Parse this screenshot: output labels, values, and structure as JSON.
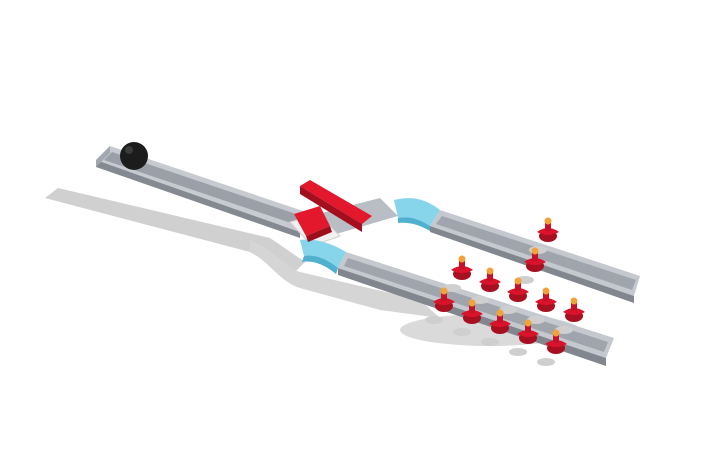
{
  "scene": {
    "description_visible": false,
    "background_color": "#ffffff",
    "colors": {
      "track_light": "#c9cdd3",
      "track_mid": "#a9aeb6",
      "track_dark": "#7e838b",
      "shadow": "#cfcfcf",
      "curve_cyan": "#7fd3ea",
      "curve_cyan_dark": "#4fb5d3",
      "gate_red": "#e0162b",
      "gate_red_dark": "#9e0f1e",
      "pin_red": "#d8132a",
      "pin_orange": "#f2a23a",
      "ball_black": "#1b1b1b",
      "switch_white": "#f4f4f4"
    },
    "objects": {
      "ball": "ball",
      "main_track": "main-track",
      "upper_branch": "upper-branch-track",
      "lower_branch": "lower-branch-track",
      "switch_gate": "switch-gate",
      "pins_upper_count": 2,
      "pins_lower_count": 10
    }
  }
}
